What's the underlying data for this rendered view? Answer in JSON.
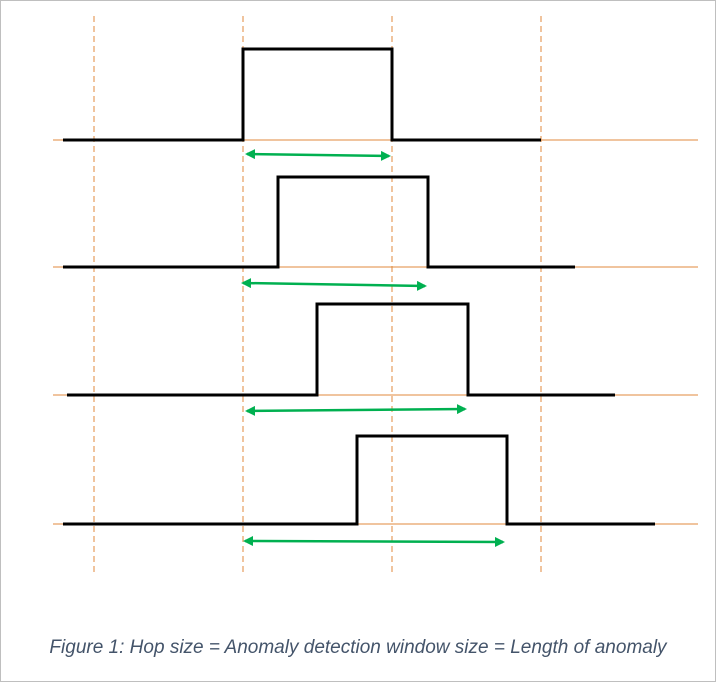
{
  "caption": "Figure 1: Hop size = Anomaly detection window size = Length of anomaly",
  "colors": {
    "guide": "#e08a3c",
    "baseline": "#e08a3c",
    "signal": "#000000",
    "arrow": "#00b050",
    "caption": "#44546a"
  },
  "diagram": {
    "guide_lines": [
      "guide-1",
      "guide-2",
      "guide-3",
      "guide-4"
    ],
    "rows": [
      "signal-row-1",
      "signal-row-2",
      "signal-row-3",
      "signal-row-4"
    ]
  }
}
